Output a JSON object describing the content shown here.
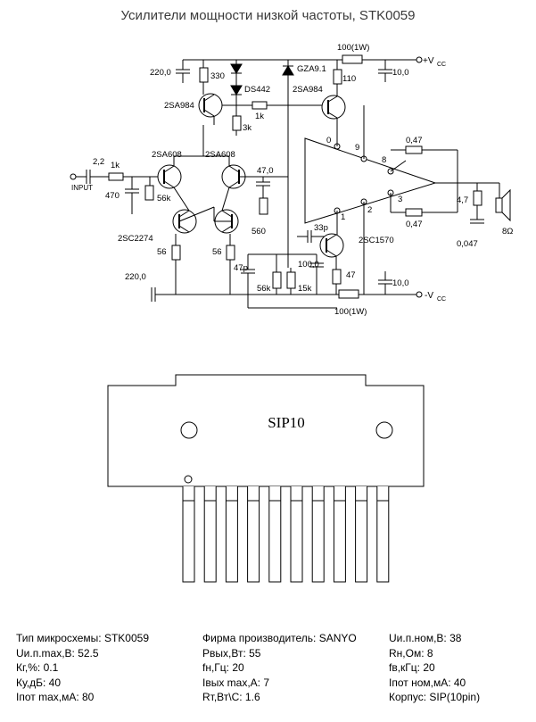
{
  "title": "Усилители мощности низкой частоты, STK0059",
  "schematic": {
    "labels": {
      "vcc_pos": "+V",
      "vcc_pos_sub": "CC",
      "vcc_neg": "-V",
      "vcc_neg_sub": "CC",
      "input": "INPUT",
      "r_top": "100(1W)",
      "r_bot": "100(1W)",
      "c_220_top": "220,0",
      "c_10_top": "10,0",
      "c_10_bot": "10,0",
      "c_220_bot": "220,0",
      "r330": "330",
      "ds442": "DS442",
      "gza": "GZA9.1",
      "r110": "110",
      "q_2sa984_l": "2SA984",
      "q_2sa984_r": "2SA984",
      "r1k_mid": "1k",
      "r3k": "3k",
      "c2_2": "2,2",
      "r1k_in": "1k",
      "c470": "470",
      "r56k": "56k",
      "q_2sa608_l": "2SA608",
      "q_2sa608_r": "2SA608",
      "c47": "47,0",
      "r560": "560",
      "q_2sc2274": "2SC2274",
      "r56_l": "56",
      "r56_r": "56",
      "c47p": "47p",
      "r56k_b": "56k",
      "r15k": "15k",
      "c100": "100,0",
      "c33p": "33p",
      "q_2sc1570": "2SC1570",
      "r47": "47",
      "r047_t": "0,47",
      "r047_b": "0,47",
      "r4_7": "4,7",
      "c0_047": "0,047",
      "spk": "8Ω",
      "pin0": "0",
      "pin9": "9",
      "pin8": "8",
      "pin1": "1",
      "pin2": "2",
      "pin3": "3"
    }
  },
  "package": {
    "name": "SIP10",
    "pin_count": 10
  },
  "specs": {
    "col1": [
      "Тип микросхемы: STK0059",
      "Uи.п.max,В: 52.5",
      "Кг,%: 0.1",
      "Ку,дБ: 40",
      "Iпот max,мА: 80"
    ],
    "col2": [
      "Фирма производитель: SANYO",
      "Pвых,Вт: 55",
      "fн,Гц: 20",
      "Iвых max,А: 7",
      "Rт,Вт\\С: 1.6"
    ],
    "col3": [
      "Uи.п.ном,В: 38",
      "Rн,Ом: 8",
      "fв,кГц: 20",
      "Iпот ном,мА: 40",
      "Корпус: SIP(10pin)"
    ]
  }
}
